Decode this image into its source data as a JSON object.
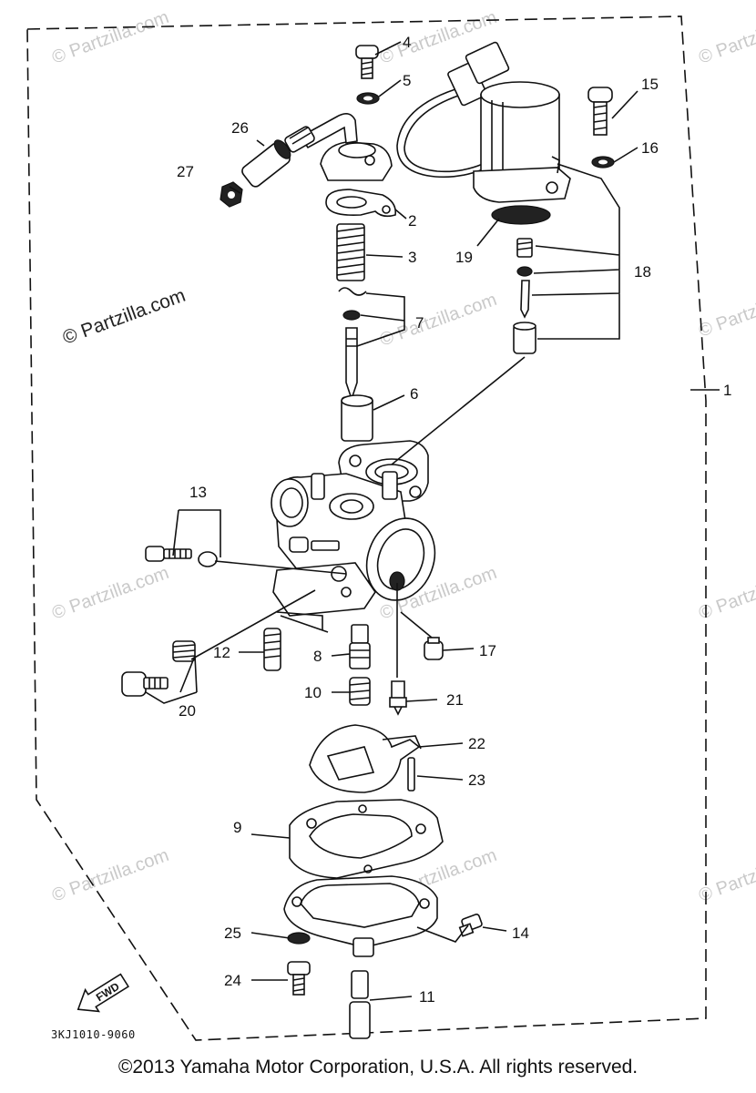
{
  "watermark": {
    "text": "© Partzilla.com",
    "prominent_text": "© Partzilla.com"
  },
  "callouts": [
    {
      "id": "c1",
      "label": "1"
    },
    {
      "id": "c2",
      "label": "2"
    },
    {
      "id": "c3",
      "label": "3"
    },
    {
      "id": "c4",
      "label": "4"
    },
    {
      "id": "c5",
      "label": "5"
    },
    {
      "id": "c6",
      "label": "6"
    },
    {
      "id": "c7",
      "label": "7"
    },
    {
      "id": "c8",
      "label": "8"
    },
    {
      "id": "c9",
      "label": "9"
    },
    {
      "id": "c10",
      "label": "10"
    },
    {
      "id": "c11",
      "label": "11"
    },
    {
      "id": "c12",
      "label": "12"
    },
    {
      "id": "c13",
      "label": "13"
    },
    {
      "id": "c14",
      "label": "14"
    },
    {
      "id": "c15",
      "label": "15"
    },
    {
      "id": "c16",
      "label": "16"
    },
    {
      "id": "c17",
      "label": "17"
    },
    {
      "id": "c18",
      "label": "18"
    },
    {
      "id": "c19",
      "label": "19"
    },
    {
      "id": "c20",
      "label": "20"
    },
    {
      "id": "c21",
      "label": "21"
    },
    {
      "id": "c22",
      "label": "22"
    },
    {
      "id": "c23",
      "label": "23"
    },
    {
      "id": "c24",
      "label": "24"
    },
    {
      "id": "c25",
      "label": "25"
    },
    {
      "id": "c26",
      "label": "26"
    },
    {
      "id": "c27",
      "label": "27"
    }
  ],
  "direction_badge": "FWD",
  "diagram_code": "3KJ1010-9060",
  "copyright": "©2013  Yamaha Motor Corporation, U.S.A. All rights reserved."
}
